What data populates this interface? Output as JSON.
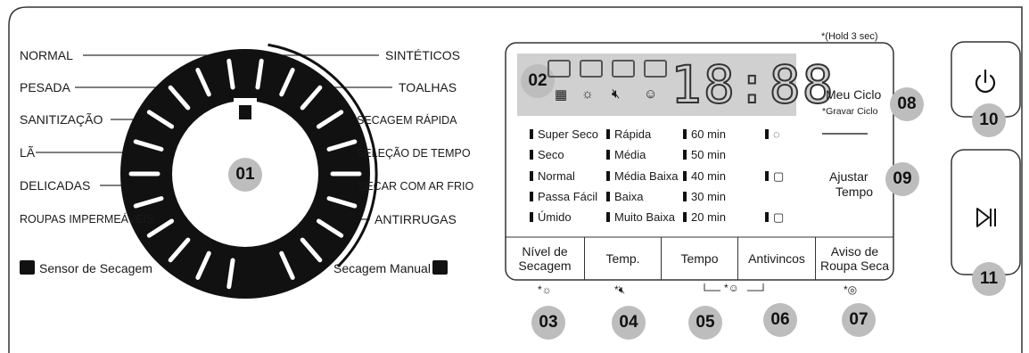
{
  "dial": {
    "number": "01",
    "left_labels": [
      "NORMAL",
      "PESADA",
      "SANITIZAÇÃO",
      "LÃ",
      "DELICADAS",
      "ROUPAS IMPERMEÁVEIS"
    ],
    "right_labels": [
      "SINTÉTICOS",
      "TOALHAS",
      "SECAGEM RÁPIDA",
      "SELEÇÃO DE TEMPO",
      "SECAR COM AR FRIO",
      "ANTIRRUGAS"
    ],
    "sensor_label": "Sensor de Secagem",
    "manual_label": "Secagem Manual"
  },
  "display": {
    "number": "02",
    "digits": "18:88",
    "hold_note": "*(Hold 3 sec)",
    "columns": {
      "nivel": [
        "Super Seco",
        "Seco",
        "Normal",
        "Passa Fácil",
        "Úmido"
      ],
      "temp": [
        "Rápida",
        "Média",
        "Média Baixa",
        "Baixa",
        "Muito Baixa"
      ],
      "tempo": [
        "60 min",
        "50 min",
        "40 min",
        "30 min",
        "20 min"
      ]
    }
  },
  "meu_ciclo": {
    "label": "Meu Ciclo",
    "sub": "*Gravar Ciclo",
    "number": "08"
  },
  "ajustar": {
    "line1": "Ajustar",
    "line2": "Tempo",
    "number": "09"
  },
  "buttons": {
    "nivel_l1": "Nível de",
    "nivel_l2": "Secagem",
    "temp": "Temp.",
    "tempo": "Tempo",
    "antivincos": "Antivincos",
    "aviso_l1": "Aviso de",
    "aviso_l2": "Roupa Seca"
  },
  "hold_marks": {
    "star": "*"
  },
  "numbers": {
    "n03": "03",
    "n04": "04",
    "n05": "05",
    "n06": "06",
    "n07": "07",
    "n10": "10",
    "n11": "11"
  },
  "icons": {
    "power": "power-icon",
    "play_pause": "play-pause-icon",
    "lamp": "lamp-icon",
    "mute": "mute-icon",
    "child_lock": "child-lock-icon"
  }
}
